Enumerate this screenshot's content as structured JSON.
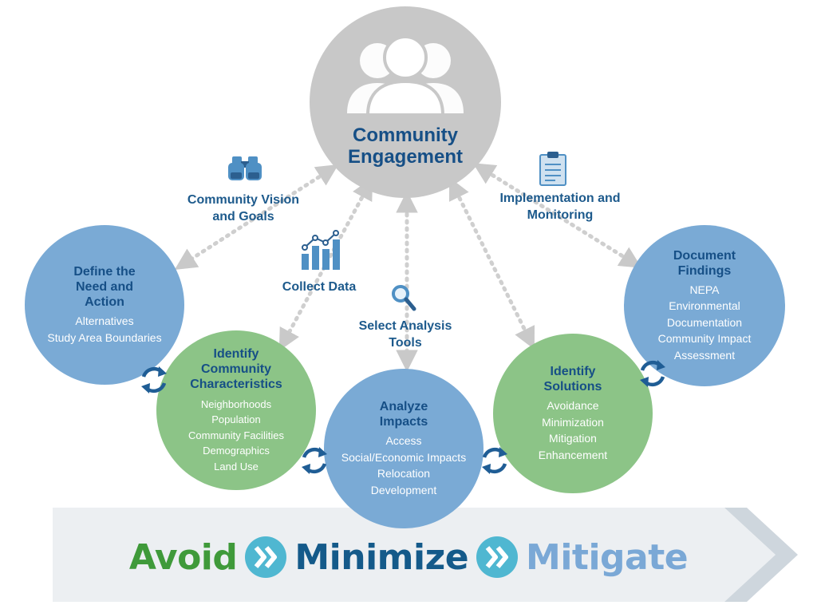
{
  "center": {
    "title_line1": "Community",
    "title_line2": "Engagement",
    "icon": "people-icon"
  },
  "links": {
    "vision": {
      "line1": "Community Vision",
      "line2": "and Goals",
      "icon": "binoculars-icon"
    },
    "collect": {
      "text": "Collect Data",
      "icon": "bar-chart-icon"
    },
    "select": {
      "line1": "Select Analysis",
      "line2": "Tools",
      "icon": "magnifier-icon"
    },
    "implement": {
      "line1": "Implementation and",
      "line2": "Monitoring",
      "icon": "clipboard-icon"
    }
  },
  "steps": [
    {
      "title": [
        "Define the",
        "Need and",
        "Action"
      ],
      "items": [
        "Alternatives",
        "Study Area Boundaries"
      ]
    },
    {
      "title": [
        "Identify",
        "Community",
        "Characteristics"
      ],
      "items": [
        "Neighborhoods",
        "Population",
        "Community Facilities",
        "Demographics",
        "Land Use"
      ]
    },
    {
      "title": [
        "Analyze",
        "Impacts"
      ],
      "items": [
        "Access",
        "Social/Economic Impacts",
        "Relocation",
        "Development"
      ]
    },
    {
      "title": [
        "Identify",
        "Solutions"
      ],
      "items": [
        "Avoidance",
        "Minimization",
        "Mitigation",
        "Enhancement"
      ]
    },
    {
      "title": [
        "Document",
        "Findings"
      ],
      "items": [
        "NEPA",
        "Environmental",
        "Documentation",
        "Community Impact",
        "Assessment"
      ]
    }
  ],
  "banner": {
    "word1": "Avoid",
    "word2": "Minimize",
    "word3": "Mitigate"
  },
  "colors": {
    "center_fill": "#c8c8c8",
    "blue_fill": "#7aaad5",
    "green_fill": "#8cc487",
    "navy": "#164f86",
    "avoid": "#3f9a3a",
    "minimize": "#145a8a",
    "mitigate": "#7aa8d6",
    "banner_fill": "#eceff2",
    "banner_arrow": "#c9d1d9",
    "dots": "#cfcfcf"
  }
}
